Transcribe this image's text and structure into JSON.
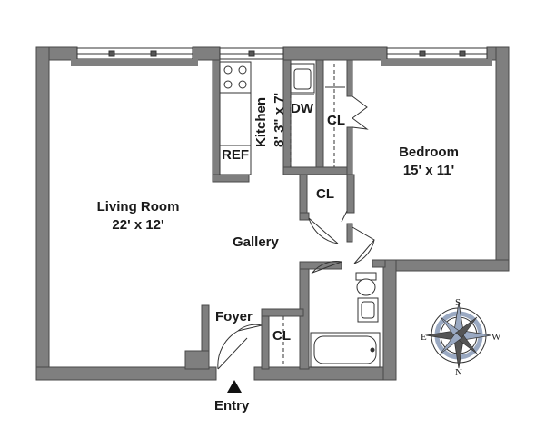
{
  "rooms": {
    "living": {
      "name": "Living Room",
      "dims": "22' x 12'"
    },
    "bedroom": {
      "name": "Bedroom",
      "dims": "15' x 11'"
    },
    "kitchen": {
      "name": "Kitchen",
      "dims": "8' 3\" x 7'"
    },
    "gallery": {
      "name": "Gallery"
    },
    "foyer": {
      "name": "Foyer"
    }
  },
  "fixtures": {
    "dishwasher": "DW",
    "refrigerator": "REF",
    "closet_kitchen": "CL",
    "closet_gallery": "CL",
    "closet_foyer": "CL"
  },
  "entry": "Entry",
  "compass": {
    "s": "S",
    "w": "W",
    "n": "N",
    "e": "E"
  },
  "colors": {
    "wall": "#7f7f7f",
    "line": "#333333",
    "compass_fill": "#9aa9c2"
  }
}
